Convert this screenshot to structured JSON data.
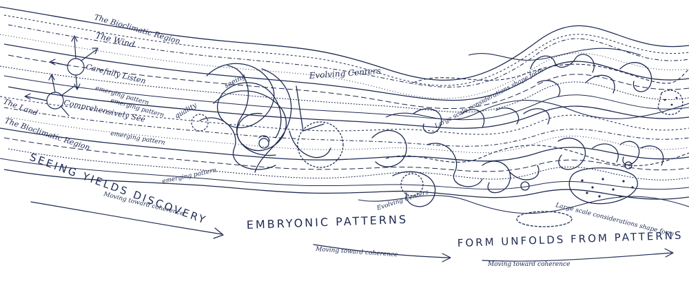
{
  "labels": {
    "bioclimatic_top": "The Bioclimatic Region",
    "wind": "The Wind",
    "carefully_listen": "Carefully Listen",
    "emerging_pattern_1": "emerging pattern",
    "emerging_pattern_2": "emerging pattern",
    "emerging_pattern_3": "emerging pattern",
    "emerging_pattern_4": "emerging pattern",
    "comprehensively_see": "Comprehensively See",
    "land": "The Land",
    "bioclimatic_bottom": "The Bioclimatic Region",
    "quality": "quality",
    "seeing": "seeing",
    "evolving_centers_top": "Evolving Centers",
    "evolving_centers_bottom": "Evolving Centers",
    "large_scale_top": "Large scale considerations shape form",
    "large_scale_bottom": "Large scale considerations shape form"
  },
  "phases": [
    {
      "title": "SEEING YIELDS DISCOVERY",
      "subtitle": "Moving toward coherence"
    },
    {
      "title": "EMBRYONIC PATTERNS",
      "subtitle": "Moving toward coherence"
    },
    {
      "title": "FORM UNFOLDS FROM PATTERNS",
      "subtitle": "Moving toward coherence"
    }
  ],
  "colors": {
    "ink": "#1e2a52",
    "paper": "#ffffff"
  }
}
